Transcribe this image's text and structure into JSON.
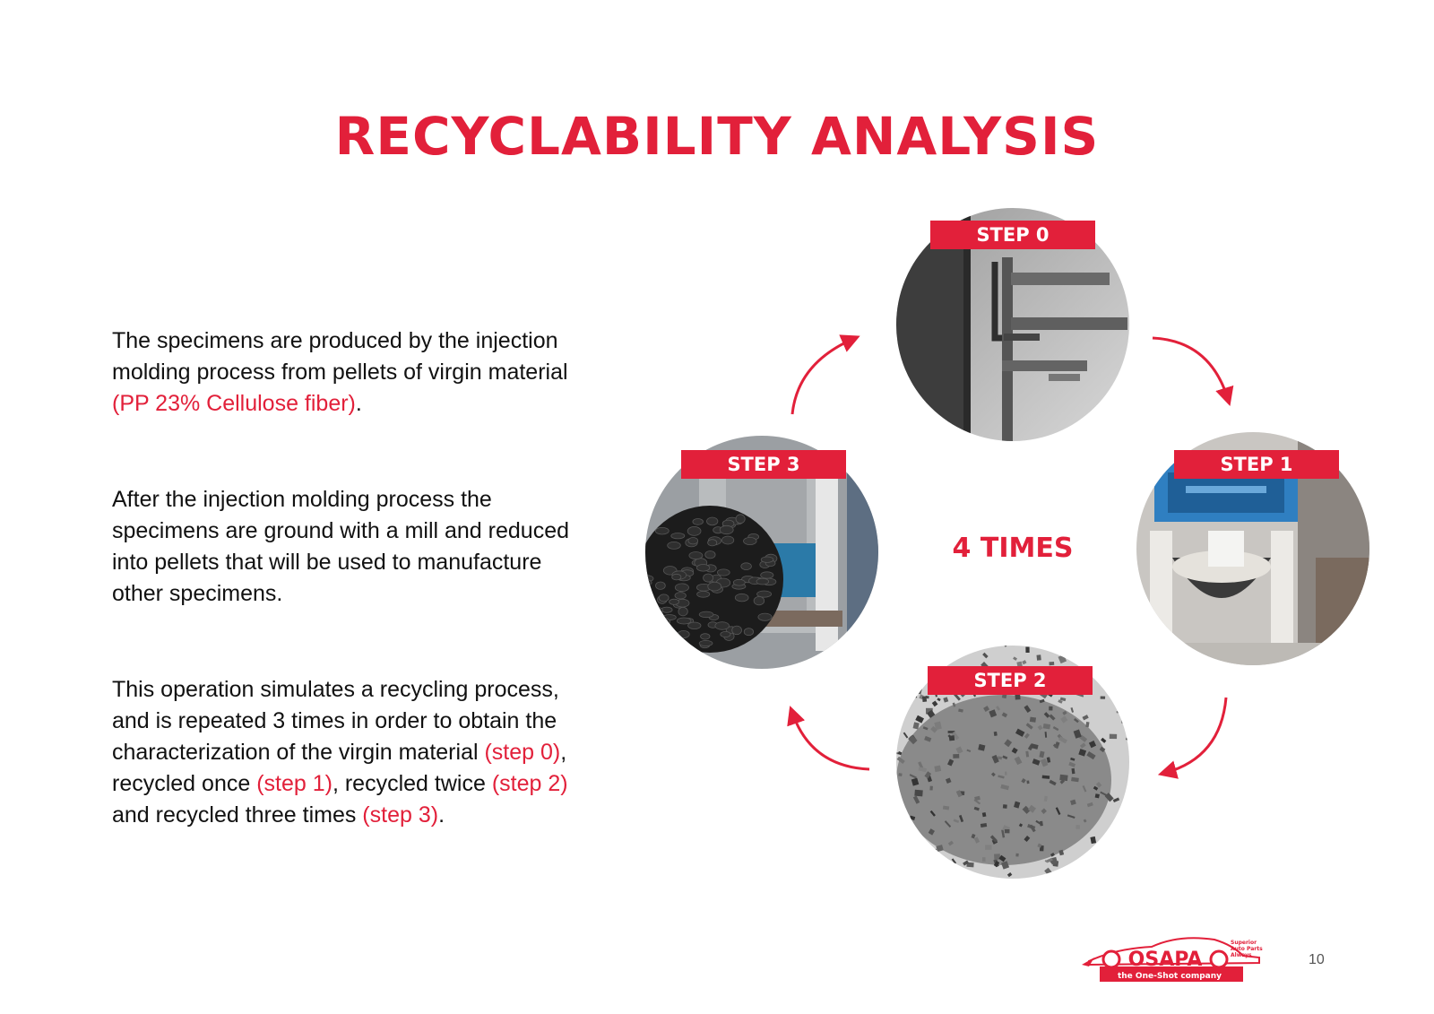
{
  "title": "RECYCLABILITY ANALYSIS",
  "paragraphs": {
    "p1": {
      "t1": "The specimens are produced by the injection molding process from pellets of virgin material ",
      "h1": "(PP 23% Cellulose fiber)",
      "t2": "."
    },
    "p2": {
      "t1": "After the injection molding process the specimens are ground with a mill and reduced into pellets that will be used to manufacture other specimens."
    },
    "p3": {
      "t1": "This operation simulates a recycling process, and is repeated 3 times in order to obtain the characterization of the virgin material ",
      "h1": "(step 0)",
      "t2": ", recycled once ",
      "h2": "(step 1)",
      "t3": ", recycled twice ",
      "h3": "(step 2)",
      "t4": " and recycled three times ",
      "h4": "(step 3)",
      "t5": "."
    }
  },
  "steps": {
    "s0": "STEP 0",
    "s1": "STEP 1",
    "s2": "STEP 2",
    "s3": "STEP 3"
  },
  "cycle_label": "4 TIMES",
  "logo": {
    "name": "OSAPA",
    "tagline": "the One-Shot company",
    "side_text_1": "Superior",
    "side_text_2": "Auto Parts",
    "side_text_3": "Always"
  },
  "page_number": "10",
  "colors": {
    "accent": "#e2203a",
    "text": "#111111"
  }
}
